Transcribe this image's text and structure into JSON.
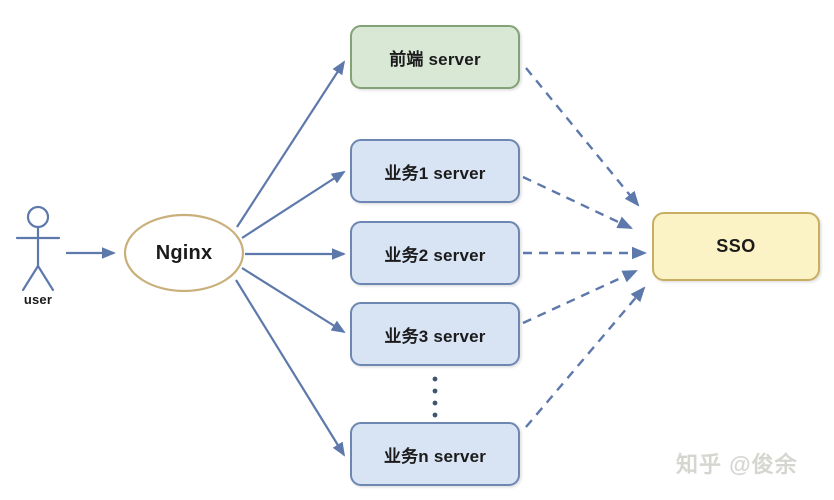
{
  "diagram": {
    "title_hint": "Nginx SSO architecture diagram",
    "user": {
      "label": "user"
    },
    "nginx": {
      "label": "Nginx"
    },
    "servers": [
      {
        "label": "前端 server",
        "type": "frontend"
      },
      {
        "label": "业务1 server",
        "type": "business"
      },
      {
        "label": "业务2 server",
        "type": "business"
      },
      {
        "label": "业务3 server",
        "type": "business"
      },
      {
        "label": "业务n server",
        "type": "business"
      }
    ],
    "ellipsis_between": [
      "业务3 server",
      "业务n server"
    ],
    "sso": {
      "label": "SSO"
    },
    "connections": [
      {
        "from": "user",
        "to": "Nginx",
        "style": "solid-arrow"
      },
      {
        "from": "Nginx",
        "to": "前端 server",
        "style": "solid-arrow"
      },
      {
        "from": "Nginx",
        "to": "业务1 server",
        "style": "solid-arrow"
      },
      {
        "from": "Nginx",
        "to": "业务2 server",
        "style": "solid-arrow"
      },
      {
        "from": "Nginx",
        "to": "业务3 server",
        "style": "solid-arrow"
      },
      {
        "from": "Nginx",
        "to": "业务n server",
        "style": "solid-arrow"
      },
      {
        "from": "前端 server",
        "to": "SSO",
        "style": "dashed-arrow"
      },
      {
        "from": "业务1 server",
        "to": "SSO",
        "style": "dashed-arrow"
      },
      {
        "from": "业务2 server",
        "to": "SSO",
        "style": "dashed-arrow"
      },
      {
        "from": "业务3 server",
        "to": "SSO",
        "style": "dashed-arrow"
      },
      {
        "from": "业务n server",
        "to": "SSO",
        "style": "dashed-arrow"
      }
    ],
    "watermark": "知乎 @俊余",
    "colors": {
      "background": "#ffffff",
      "frontend_fill": "#d9e7d5",
      "frontend_border": "#83a275",
      "business_fill": "#d8e3f4",
      "business_border": "#6d87b2",
      "sso_fill": "#fbf3c5",
      "sso_border": "#c9ae62",
      "nginx_border": "#c9b07b",
      "arrow": "#5d79ab",
      "text": "#1b1b1b",
      "watermark": "#d6d6d1"
    }
  }
}
